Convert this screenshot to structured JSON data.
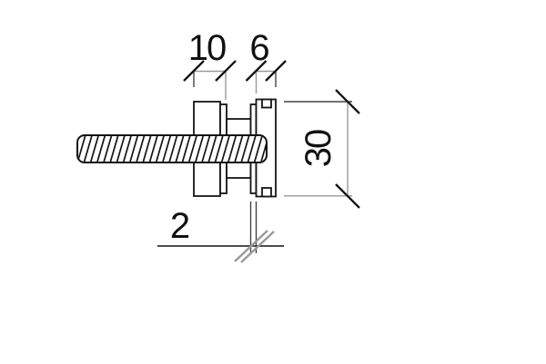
{
  "drawing": {
    "type": "technical-dimension-drawing",
    "subject": "threaded-rod-with-point-fixing-fitting-section",
    "dimensions": {
      "top_left_label": "10",
      "top_right_label": "6",
      "right_label": "30",
      "bottom_label": "2"
    },
    "colors": {
      "outline": "#141414",
      "dimension_line_gray": "#9a9a9a",
      "extension_line_dark": "#444444",
      "bottom_dimension_line": "#333333",
      "text": "#111111",
      "background": "#ffffff"
    }
  }
}
